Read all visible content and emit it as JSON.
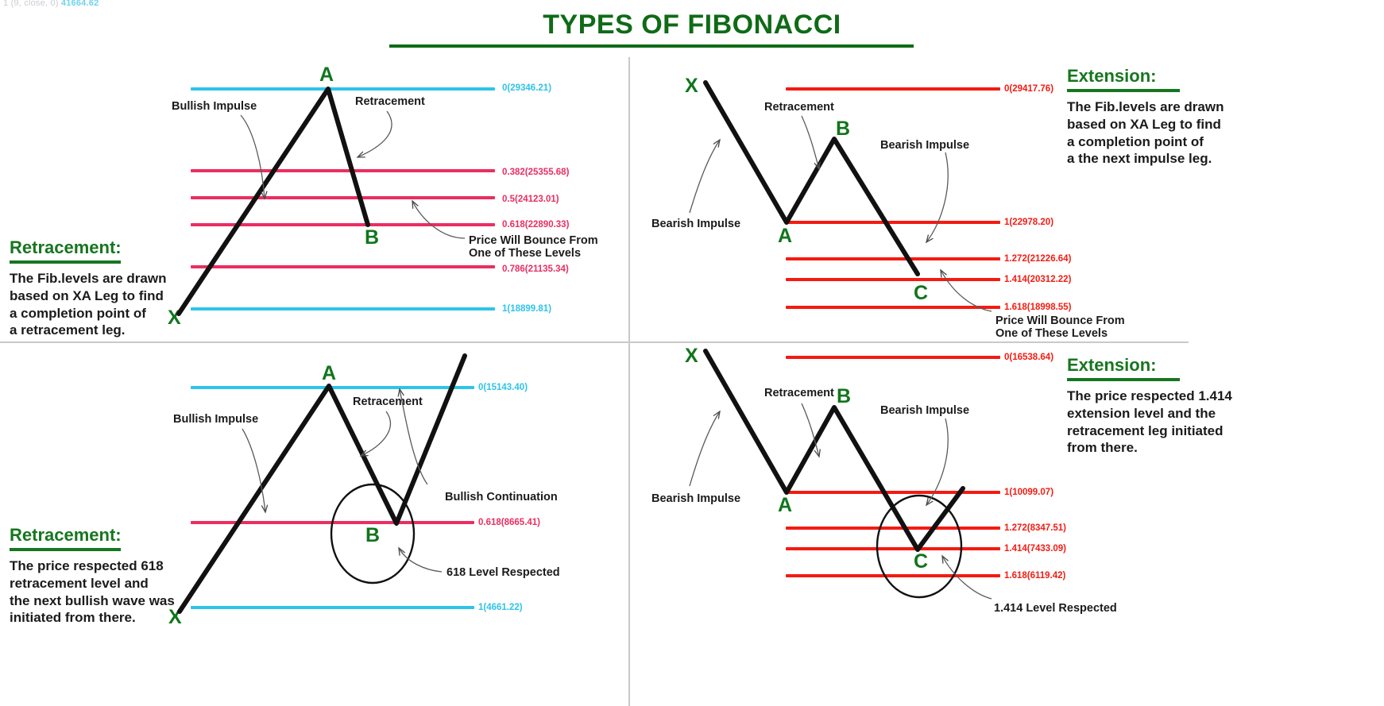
{
  "header": {
    "ticker_text": "1 (9, close, 0)",
    "ticker_value": "41664.62",
    "title": "TYPES OF FIBONACCI"
  },
  "chart_data": {
    "type": "line",
    "title": "TYPES OF FIBONACCI",
    "panels": [
      {
        "id": "q1-retracement",
        "position": "top-left",
        "pattern": "XA bullish impulse with AB retracement",
        "swing_points": [
          {
            "label": "X",
            "role": "origin"
          },
          {
            "label": "A",
            "role": "impulse-high"
          },
          {
            "label": "B",
            "role": "retracement-low"
          }
        ],
        "levels": [
          {
            "ratio": "0",
            "price": "29346.21",
            "label": "0(29346.21)",
            "color": "#2ec4e8"
          },
          {
            "ratio": "0.382",
            "price": "25355.68",
            "label": "0.382(25355.68)",
            "color": "#ea2e62"
          },
          {
            "ratio": "0.5",
            "price": "24123.01",
            "label": "0.5(24123.01)",
            "color": "#ea2e62"
          },
          {
            "ratio": "0.618",
            "price": "22890.33",
            "label": "0.618(22890.33)",
            "color": "#ea2e62"
          },
          {
            "ratio": "0.786",
            "price": "21135.34",
            "label": "0.786(21135.34)",
            "color": "#ea2e62"
          },
          {
            "ratio": "1",
            "price": "18899.81",
            "label": "1(18899.81)",
            "color": "#2ec4e8"
          }
        ],
        "annotations": [
          "Bullish Impulse",
          "Retracement",
          "Price Will Bounce From\nOne of These Levels"
        ],
        "explainer": {
          "heading": "Retracement:",
          "body": "The Fib.levels are drawn\nbased on XA Leg to find\na completion point of\na retracement leg."
        }
      },
      {
        "id": "q2-extension",
        "position": "top-right",
        "pattern": "XA bearish impulse, AB retracement, BC bearish impulse to extension",
        "swing_points": [
          {
            "label": "X",
            "role": "origin"
          },
          {
            "label": "A",
            "role": "impulse-low"
          },
          {
            "label": "B",
            "role": "retracement-high"
          },
          {
            "label": "C",
            "role": "extension-low"
          }
        ],
        "levels": [
          {
            "ratio": "0",
            "price": "29417.76",
            "label": "0(29417.76)",
            "color": "#f41b12"
          },
          {
            "ratio": "1",
            "price": "22978.20",
            "label": "1(22978.20)",
            "color": "#f41b12"
          },
          {
            "ratio": "1.272",
            "price": "21226.64",
            "label": "1.272(21226.64)",
            "color": "#f41b12"
          },
          {
            "ratio": "1.414",
            "price": "20312.22",
            "label": "1.414(20312.22)",
            "color": "#f41b12"
          },
          {
            "ratio": "1.618",
            "price": "18998.55",
            "label": "1.618(18998.55)",
            "color": "#f41b12"
          }
        ],
        "annotations": [
          "Bearish Impulse",
          "Retracement",
          "Bearish Impulse",
          "Price Will Bounce From\nOne of These Levels"
        ],
        "explainer": {
          "heading": "Extension:",
          "body": "The Fib.levels are drawn\nbased on XA Leg to find\na completion point of\na the next impulse leg."
        }
      },
      {
        "id": "q3-retracement-respected",
        "position": "bottom-left",
        "pattern": "XA bullish impulse, AB retracement to 0.618, bullish continuation",
        "swing_points": [
          {
            "label": "X",
            "role": "origin"
          },
          {
            "label": "A",
            "role": "impulse-high"
          },
          {
            "label": "B",
            "role": "retracement-low"
          }
        ],
        "levels": [
          {
            "ratio": "0",
            "price": "15143.40",
            "label": "0(15143.40)",
            "color": "#2ec4e8"
          },
          {
            "ratio": "0.618",
            "price": "8665.41",
            "label": "0.618(8665.41)",
            "color": "#ea2e62"
          },
          {
            "ratio": "1",
            "price": "4661.22",
            "label": "1(4661.22)",
            "color": "#2ec4e8"
          }
        ],
        "annotations": [
          "Bullish Impulse",
          "Retracement",
          "Bullish Continuation",
          "618 Level Respected"
        ],
        "explainer": {
          "heading": "Retracement:",
          "body": "The price respected 618\nretracement level and\nthe next bullish wave was\ninitiated from there."
        }
      },
      {
        "id": "q4-extension-respected",
        "position": "bottom-right",
        "pattern": "XA bearish impulse, AB retracement, BC bearish impulse to 1.414, reversal",
        "swing_points": [
          {
            "label": "X",
            "role": "origin"
          },
          {
            "label": "A",
            "role": "impulse-low"
          },
          {
            "label": "B",
            "role": "retracement-high"
          },
          {
            "label": "C",
            "role": "extension-low"
          }
        ],
        "levels": [
          {
            "ratio": "0",
            "price": "16538.64",
            "label": "0(16538.64)",
            "color": "#f41b12"
          },
          {
            "ratio": "1",
            "price": "10099.07",
            "label": "1(10099.07)",
            "color": "#f41b12"
          },
          {
            "ratio": "1.272",
            "price": "8347.51",
            "label": "1.272(8347.51)",
            "color": "#f41b12"
          },
          {
            "ratio": "1.414",
            "price": "7433.09",
            "label": "1.414(7433.09)",
            "color": "#f41b12"
          },
          {
            "ratio": "1.618",
            "price": "6119.42",
            "label": "1.618(6119.42)",
            "color": "#f41b12"
          }
        ],
        "annotations": [
          "Bearish Impulse",
          "Retracement",
          "Bearish Impulse",
          "1.414 Level Respected"
        ],
        "explainer": {
          "heading": "Extension:",
          "body": "The price respected 1.414\nextension level and the\nretracement leg initiated\nfrom there."
        }
      }
    ]
  },
  "q1": {
    "points": {
      "X": "X",
      "A": "A",
      "B": "B"
    },
    "labels": {
      "l0": "0(29346.21)",
      "l382": "0.382(25355.68)",
      "l5": "0.5(24123.01)",
      "l618": "0.618(22890.33)",
      "l786": "0.786(21135.34)",
      "l1": "1(18899.81)"
    },
    "ann": {
      "impulse": "Bullish Impulse",
      "retrace": "Retracement",
      "bounce1": "Price Will Bounce From",
      "bounce2": "One of These Levels"
    },
    "exp": {
      "heading": "Retracement:",
      "body": "The Fib.levels are drawn\nbased on XA Leg to find\na completion point of\na retracement leg."
    }
  },
  "q2": {
    "points": {
      "X": "X",
      "A": "A",
      "B": "B",
      "C": "C"
    },
    "labels": {
      "l0": "0(29417.76)",
      "l1": "1(22978.20)",
      "l1272": "1.272(21226.64)",
      "l1414": "1.414(20312.22)",
      "l1618": "1.618(18998.55)"
    },
    "ann": {
      "bearish1": "Bearish Impulse",
      "retrace": "Retracement",
      "bearish2": "Bearish Impulse",
      "bounce1": "Price Will Bounce From",
      "bounce2": "One of These Levels"
    },
    "exp": {
      "heading": "Extension:",
      "body": "The Fib.levels are drawn\nbased on XA Leg to find\na completion point of\na the next impulse leg."
    }
  },
  "q3": {
    "points": {
      "X": "X",
      "A": "A",
      "B": "B"
    },
    "labels": {
      "l0": "0(15143.40)",
      "l618": "0.618(8665.41)",
      "l1": "1(4661.22)"
    },
    "ann": {
      "impulse": "Bullish Impulse",
      "retrace": "Retracement",
      "cont": "Bullish Continuation",
      "respected": "618 Level Respected"
    },
    "exp": {
      "heading": "Retracement:",
      "body": "The price respected 618\nretracement level and\nthe next bullish wave was\ninitiated from there."
    }
  },
  "q4": {
    "points": {
      "X": "X",
      "A": "A",
      "B": "B",
      "C": "C"
    },
    "labels": {
      "l0": "0(16538.64)",
      "l1": "1(10099.07)",
      "l1272": "1.272(8347.51)",
      "l1414": "1.414(7433.09)",
      "l1618": "1.618(6119.42)"
    },
    "ann": {
      "bearish1": "Bearish Impulse",
      "retrace": "Retracement",
      "bearish2": "Bearish Impulse",
      "respected": "1.414 Level Respected"
    },
    "exp": {
      "heading": "Extension:",
      "body": "The price respected 1.414\nextension level and the\nretracement leg initiated\nfrom there."
    }
  }
}
